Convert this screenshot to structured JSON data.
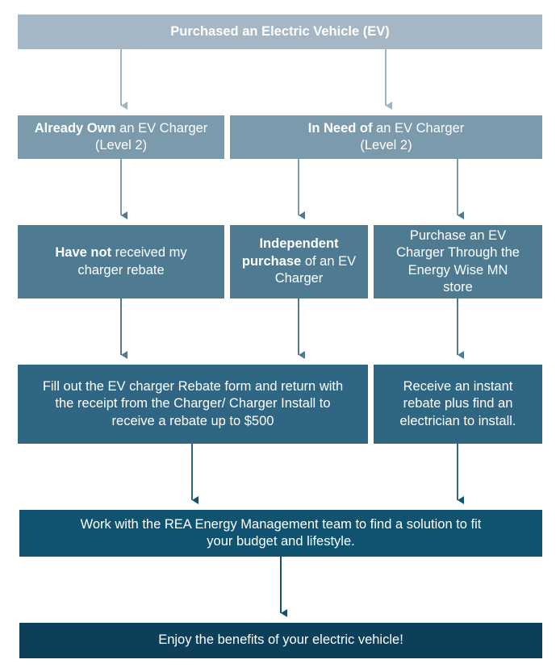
{
  "colors": {
    "level1": "#a5b7c4",
    "level2": "#7b9aac",
    "level3": "#4f7b92",
    "level4": "#2f6683",
    "level5": "#0f5370",
    "level6": "#0e3f5a",
    "arrow_light": "#9fb3c0",
    "arrow_mid": "#4f7b92",
    "arrow_dark": "#0f5370",
    "text": "#ffffff"
  },
  "start": {
    "label": "Purchased an Electric Vehicle (EV)"
  },
  "already_own": {
    "bold": "Already Own",
    "rest": " an EV Charger (Level 2)"
  },
  "in_need": {
    "bold": "In Need of",
    "rest": " an EV Charger (Level 2)"
  },
  "not_received": {
    "bold": "Have not",
    "rest": " received my charger rebate"
  },
  "independent": {
    "bold": "Independent purchase",
    "rest": " of an EV Charger"
  },
  "through_store": {
    "label": "Purchase an EV Charger Through the Energy Wise MN store"
  },
  "fill_form": {
    "label": "Fill out the EV charger Rebate form and return with the receipt from the Charger/ Charger Install  to receive a rebate up to $500"
  },
  "instant_rebate": {
    "label": "Receive an instant rebate plus find an electrician to install."
  },
  "work_with": {
    "label": "Work with the REA Energy Management team to find a solution to fit your budget and lifestyle."
  },
  "enjoy": {
    "label": "Enjoy the benefits of your electric vehicle!"
  }
}
